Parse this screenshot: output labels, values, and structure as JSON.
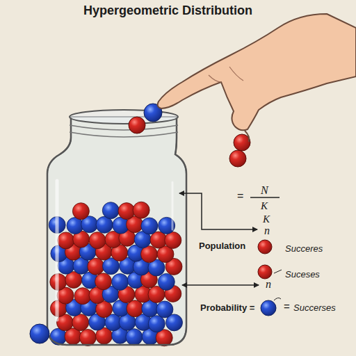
{
  "diagram": {
    "title": "Hypergeometric Distribution",
    "labels": [
      "=",
      "N",
      "K",
      "K",
      "n",
      "Population",
      "Succeres",
      "Suceses",
      "n",
      "Probability =",
      "=",
      "Succerses"
    ]
  }
}
